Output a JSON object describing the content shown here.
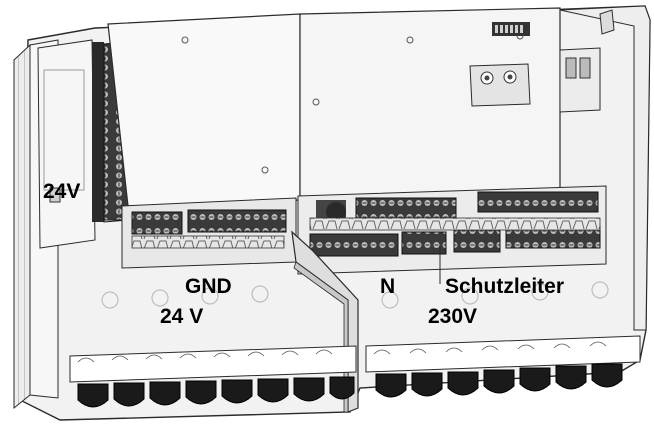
{
  "labels": {
    "left_24v": "24V",
    "gnd": "GND",
    "bottom_24v": "24 V",
    "neutral": "N",
    "protective_earth": "Schutzleiter",
    "mains_230v": "230V"
  },
  "colors": {
    "housing_fill": "#f2f2f2",
    "housing_line": "#2b2b2b",
    "terminal_dark": "#2a2a2a",
    "cable_gland": "#1a1a1a",
    "label_text": "#000000"
  }
}
